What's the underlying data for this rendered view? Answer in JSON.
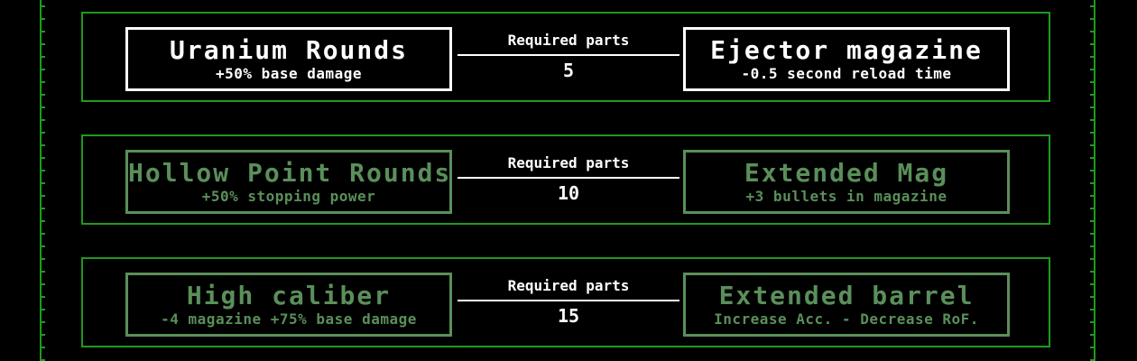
{
  "colors": {
    "background": "#000000",
    "frame": "#1f9a1f",
    "selected": "#ffffff",
    "locked": "#5a8f5a"
  },
  "tiers": [
    {
      "left": {
        "name": "Uranium Rounds",
        "desc": "+50% base damage",
        "state": "selected"
      },
      "required_label": "Required parts",
      "required_count": "5",
      "right": {
        "name": "Ejector magazine",
        "desc": "-0.5 second reload time",
        "state": "selected"
      }
    },
    {
      "left": {
        "name": "Hollow Point Rounds",
        "desc": "+50% stopping power",
        "state": "locked"
      },
      "required_label": "Required parts",
      "required_count": "10",
      "right": {
        "name": "Extended Mag",
        "desc": "+3 bullets in magazine",
        "state": "locked"
      }
    },
    {
      "left": {
        "name": "High caliber",
        "desc": "-4 magazine +75% base damage",
        "state": "locked"
      },
      "required_label": "Required parts",
      "required_count": "15",
      "right": {
        "name": "Extended barrel",
        "desc": "Increase Acc. - Decrease RoF.",
        "state": "locked"
      }
    }
  ]
}
